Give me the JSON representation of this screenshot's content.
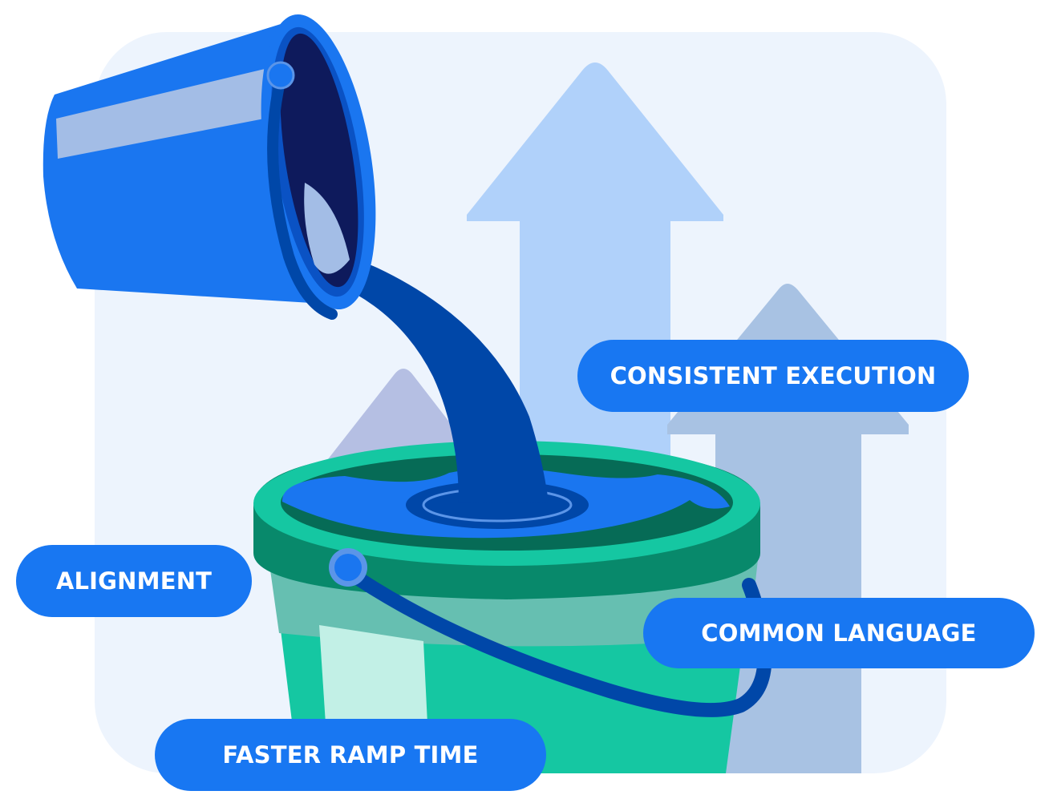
{
  "labels": {
    "consistent_execution": "CONSISTENT EXECUTION",
    "common_language": "COMMON LANGUAGE",
    "alignment": "ALIGNMENT",
    "faster_ramp_time": "FASTER RAMP TIME"
  },
  "colors": {
    "background_panel": "#edf4fd",
    "label_fill": "#1877f2",
    "label_text": "#ffffff",
    "bucket_blue": "#1a76f0",
    "bucket_blue_dark": "#0e1a5c",
    "water": "#0047a8",
    "bucket_green": "#15c7a2",
    "bucket_green_dark": "#08896b",
    "arrow_light": "#b0d1fa",
    "arrow_gray": "#a8c2e3",
    "arrow_lavender": "#b5bfe3"
  }
}
